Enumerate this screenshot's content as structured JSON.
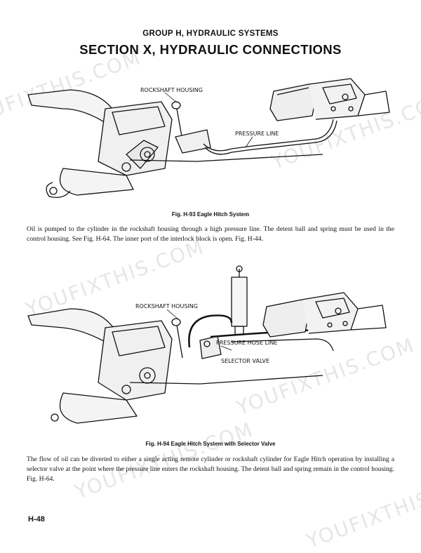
{
  "header": {
    "group_title": "GROUP H, HYDRAULIC SYSTEMS",
    "section_title": "SECTION X, HYDRAULIC CONNECTIONS"
  },
  "figure1": {
    "labels": {
      "rockshaft_housing": "ROCKSHAFT HOUSING",
      "pressure_line": "PRESSURE LINE"
    },
    "caption": "Fig. H-93     Eagle Hitch System"
  },
  "paragraph1": "Oil is pumped to the cylinder in the rockshaft housing through a high pressure line. The detent ball and spring must be used in the control housing. See Fig. H-64. The inner port of the interlock block is open. Fig. H-44.",
  "figure2": {
    "labels": {
      "rockshaft_housing": "ROCKSHAFT HOUSING",
      "pressure_hose_line": "PRESSURE HOSE LINE",
      "selector_valve": "SELECTOR VALVE"
    },
    "caption": "Fig. H-94     Eagle Hitch System with Selector Valve"
  },
  "paragraph2": "The flow of oil can be diverted to either a single acting remote cylinder or rockshaft cylinder for Eagle Hitch operation by installing a selector valve at the point where the pressure line enters the rockshaft housing. The detent ball and spring remain in the control housing. Fig. H-64.",
  "footer": {
    "page_number": "H-48"
  },
  "watermark": {
    "text": "YOUFIXTHIS.COM"
  }
}
